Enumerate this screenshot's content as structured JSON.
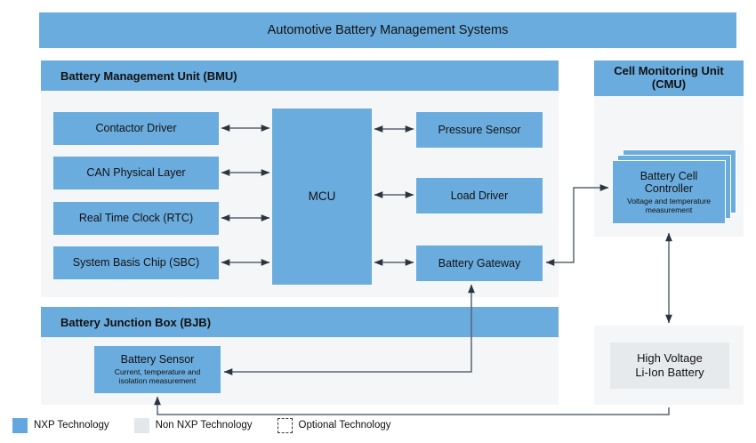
{
  "diagram": {
    "title": "Automotive Battery Management Systems"
  },
  "bmu": {
    "header": "Battery Management Unit (BMU)",
    "left_blocks": [
      {
        "label": "Contactor Driver"
      },
      {
        "label": "CAN Physical Layer"
      },
      {
        "label": "Real Time Clock (RTC)"
      },
      {
        "label": "System Basis Chip (SBC)"
      }
    ],
    "mcu": {
      "label": "MCU"
    },
    "right_blocks": [
      {
        "label": "Pressure Sensor"
      },
      {
        "label": "Load Driver"
      },
      {
        "label": "Battery Gateway"
      }
    ]
  },
  "cmu": {
    "header_line1": "Cell Monitoring Unit",
    "header_line2": "(CMU)",
    "controller": {
      "title_line1": "Battery Cell",
      "title_line2": "Controller",
      "subtitle_line1": "Voltage and temperature",
      "subtitle_line2": "measurement"
    }
  },
  "bjb": {
    "header": "Battery Junction Box (BJB)",
    "sensor": {
      "title": "Battery Sensor",
      "subtitle_line1": "Current, temperature and",
      "subtitle_line2": "isolation measurement"
    }
  },
  "battery": {
    "line1": "High Voltage",
    "line2": "Li-Ion Battery"
  },
  "legend": {
    "items": [
      {
        "label": "NXP Technology",
        "swatch": "nxp-swatch",
        "color": "#62A8DE"
      },
      {
        "label": "Non NXP Technology",
        "swatch": "non-nxp-swatch",
        "color": "#E4E7E9"
      },
      {
        "label": "Optional Technology",
        "swatch": "optional-dashed-swatch",
        "color": "#FFFFFF"
      }
    ]
  },
  "colors": {
    "nxp_blue": "#6BACDE",
    "panel_bg": "#F4F6F7",
    "non_nxp_gray": "#E7EAEC",
    "connector": "#5A6570"
  }
}
